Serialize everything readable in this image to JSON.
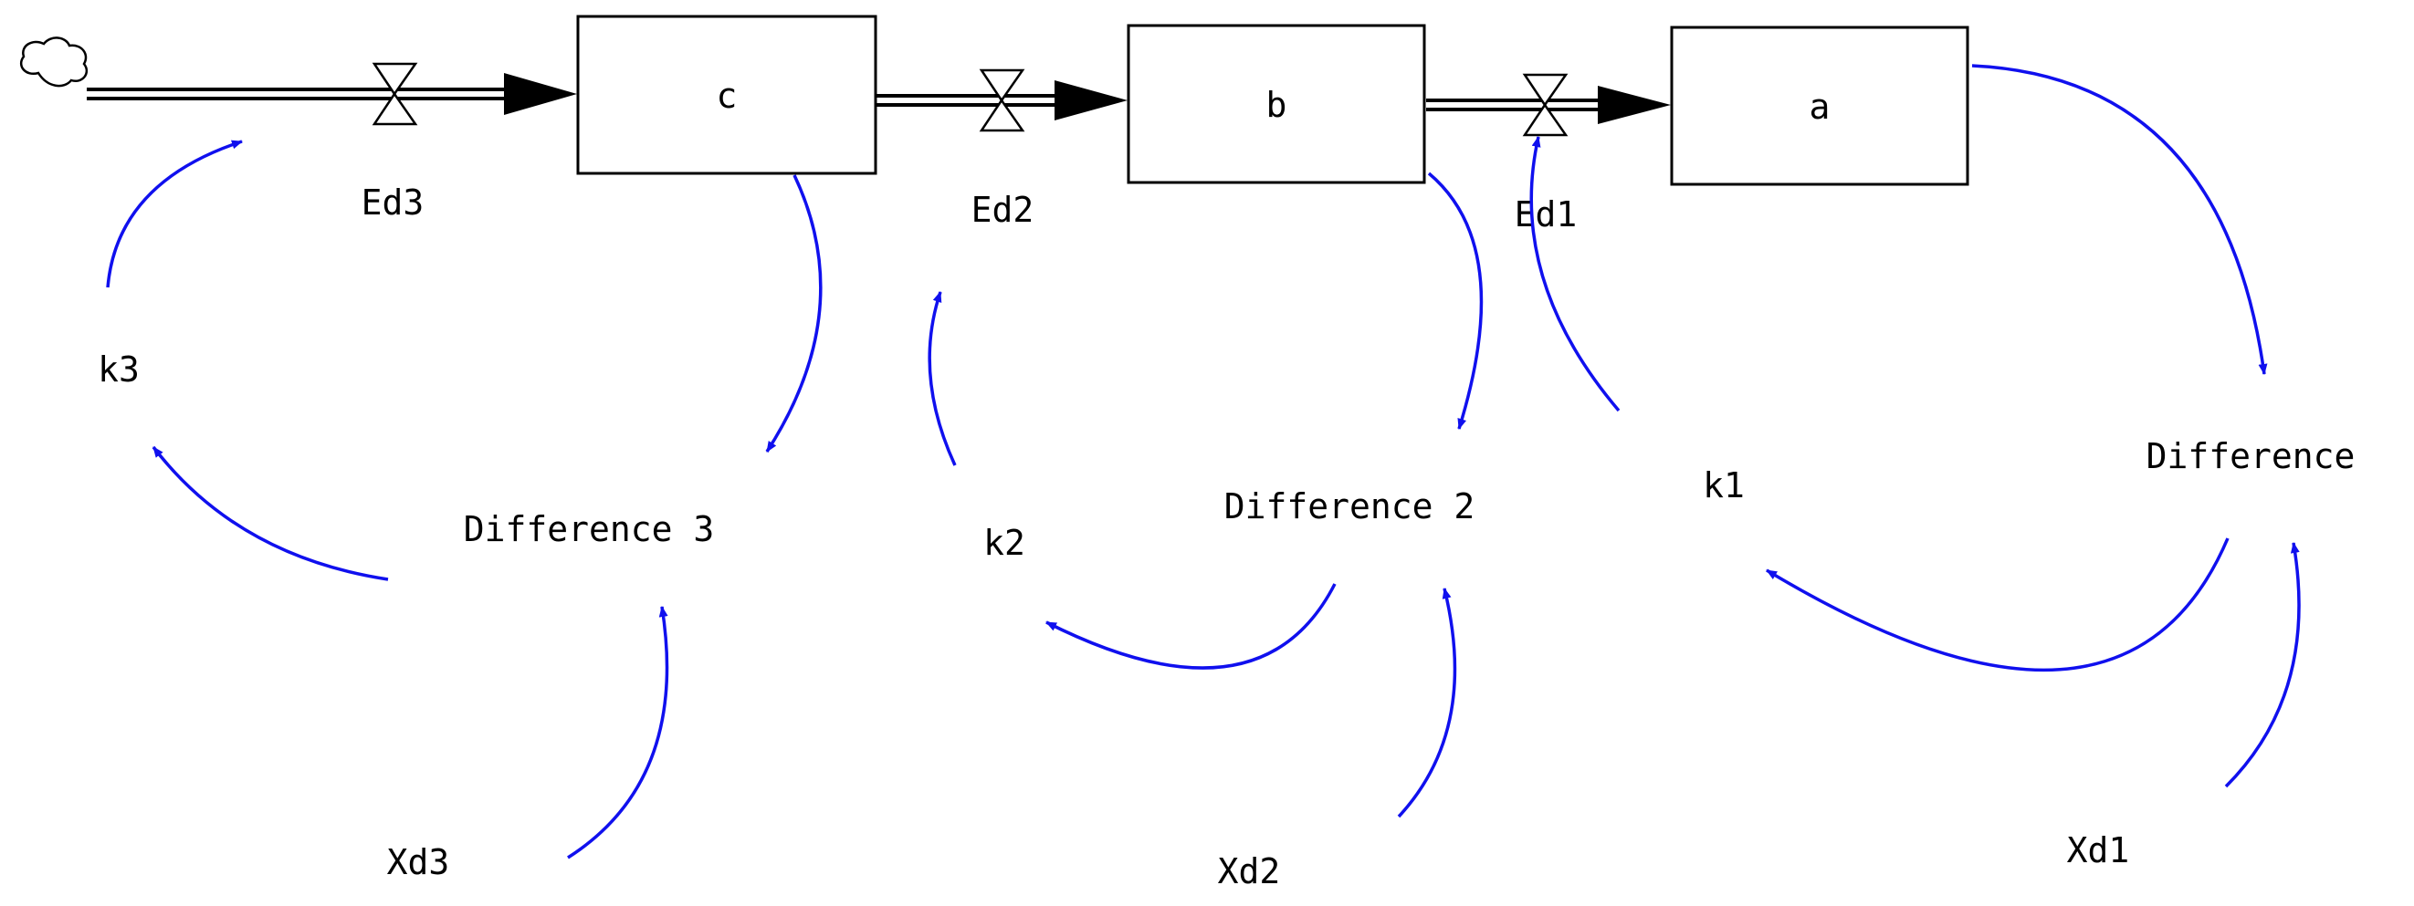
{
  "colors": {
    "link": "#1010ee",
    "line": "#000000",
    "background": "#ffffff"
  },
  "stocks": {
    "c": "c",
    "b": "b",
    "a": "a"
  },
  "flows": {
    "ed3": "Ed3",
    "ed2": "Ed2",
    "ed1": "Ed1"
  },
  "variables": {
    "k3": "k3",
    "k2": "k2",
    "k1": "k1",
    "difference3": "Difference 3",
    "difference2": "Difference 2",
    "difference": "Difference",
    "xd3": "Xd3",
    "xd2": "Xd2",
    "xd1": "Xd1"
  }
}
